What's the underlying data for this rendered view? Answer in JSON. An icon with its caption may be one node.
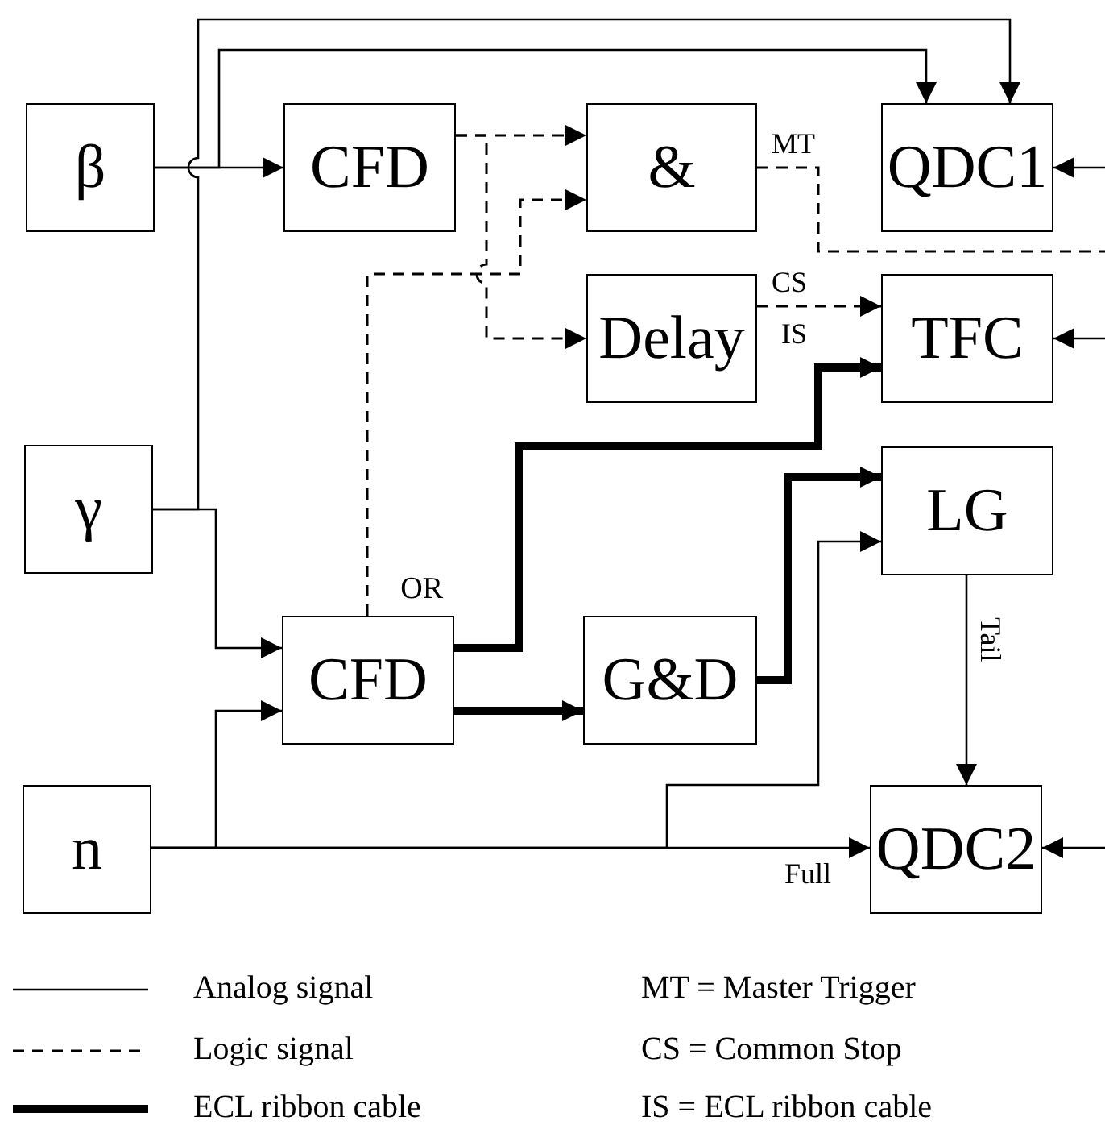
{
  "diagram": {
    "nodes": [
      {
        "text": [
          "β"
        ]
      },
      {
        "text": [
          "CFD"
        ]
      },
      {
        "text": [
          "&"
        ]
      },
      {
        "text": [
          "QDC1"
        ]
      },
      {
        "text": [
          "Delay"
        ]
      },
      {
        "text": [
          "TFC"
        ]
      },
      {
        "text": [
          "γ"
        ]
      },
      {
        "text": [
          "LG"
        ]
      },
      {
        "text": [
          "CFD"
        ],
        "beside": [
          "OR"
        ]
      },
      {
        "text": [
          "G&D"
        ]
      },
      {
        "text": [
          "n"
        ]
      },
      {
        "text": [
          "QDC2"
        ]
      }
    ],
    "edges": [
      {
        "from": 0,
        "to": 1,
        "arrow": "to"
      },
      {
        "from": 0,
        "to": 3,
        "arrow": "to"
      },
      {
        "from": 6,
        "to": 3,
        "arrow": "to"
      },
      {
        "from": 6,
        "to": 8,
        "arrow": "to"
      },
      {
        "from": 10,
        "to": 8,
        "arrow": "to"
      },
      {
        "from": 10,
        "to": 11,
        "arrow": "to",
        "label": "Full"
      },
      {
        "from": 10,
        "to": 7,
        "arrow": "to"
      },
      {
        "from": 1,
        "to": 2,
        "arrow": "to",
        "style": "dashed"
      },
      {
        "from": 1,
        "to": 4,
        "arrow": "to",
        "style": "dashed"
      },
      {
        "from": 8,
        "to": 2,
        "arrow": "to",
        "style": "dashed"
      },
      {
        "from": 2,
        "to": null,
        "arrow": "none",
        "style": "dashed",
        "label": "MT"
      },
      {
        "from": 4,
        "to": 5,
        "arrow": "to",
        "style": "dashed",
        "label": "CS"
      },
      {
        "from": 8,
        "to": 5,
        "arrow": "to",
        "style": "thick",
        "label": "IS"
      },
      {
        "from": 8,
        "to": 9,
        "arrow": "to",
        "style": "thick"
      },
      {
        "from": 9,
        "to": 7,
        "arrow": "to",
        "style": "thick"
      },
      {
        "from": 7,
        "to": 11,
        "arrow": "to",
        "label": "Tail"
      },
      {
        "from": null,
        "to": 3,
        "arrow": "to"
      },
      {
        "from": null,
        "to": 5,
        "arrow": "to"
      },
      {
        "from": null,
        "to": 11,
        "arrow": "to"
      }
    ],
    "labels": [
      "MT = Master Trigger",
      "CS = Common Stop",
      "IS = ECL ribbon cable"
    ],
    "legend": [
      {
        "text": "Analog signal"
      },
      {
        "text": "Logic signal"
      },
      {
        "text": "ECL ribbon cable"
      }
    ]
  }
}
